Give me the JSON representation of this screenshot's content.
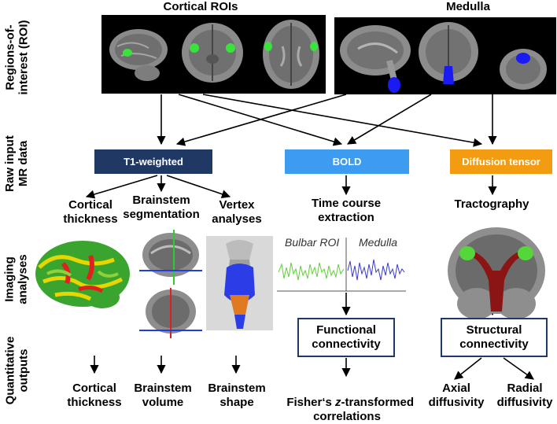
{
  "row_labels": {
    "roi": "Regions-of-\ninterest (ROI)",
    "raw": "Raw input\nMR data",
    "imaging": "Imaging\nanalyses",
    "quant": "Quantitative\noutputs"
  },
  "headers": {
    "cortical": "Cortical ROIs",
    "medulla": "Medulla"
  },
  "inputs": {
    "t1": {
      "label": "T1-weighted",
      "color": "#1f3864"
    },
    "bold": {
      "label": "BOLD",
      "color": "#3d9bf0"
    },
    "dti": {
      "label": "Diffusion tensor",
      "color": "#f39c12"
    }
  },
  "analyses": {
    "cortical_thickness": "Cortical\nthickness",
    "brainstem_segmentation": "Brainstem\nsegmentation",
    "vertex_analyses": "Vertex\nanalyses",
    "time_course": "Time course\nextraction",
    "tractography": "Tractography"
  },
  "timecourse": {
    "bulbar": "Bulbar ROI",
    "medulla": "Medulla"
  },
  "boxes": {
    "functional": "Functional\nconnectivity",
    "structural": "Structural\nconnectivity"
  },
  "outputs": {
    "cortical_thickness": "Cortical\nthickness",
    "brainstem_volume": "Brainstem\nvolume",
    "brainstem_shape": "Brainstem\nshape",
    "fisher_pre": "Fisher‘s ",
    "fisher_z": "z",
    "fisher_post": "-transformed",
    "correlations": "correlations",
    "axial": "Axial\ndiffusivity",
    "radial": "Radial\ndiffusivity"
  }
}
